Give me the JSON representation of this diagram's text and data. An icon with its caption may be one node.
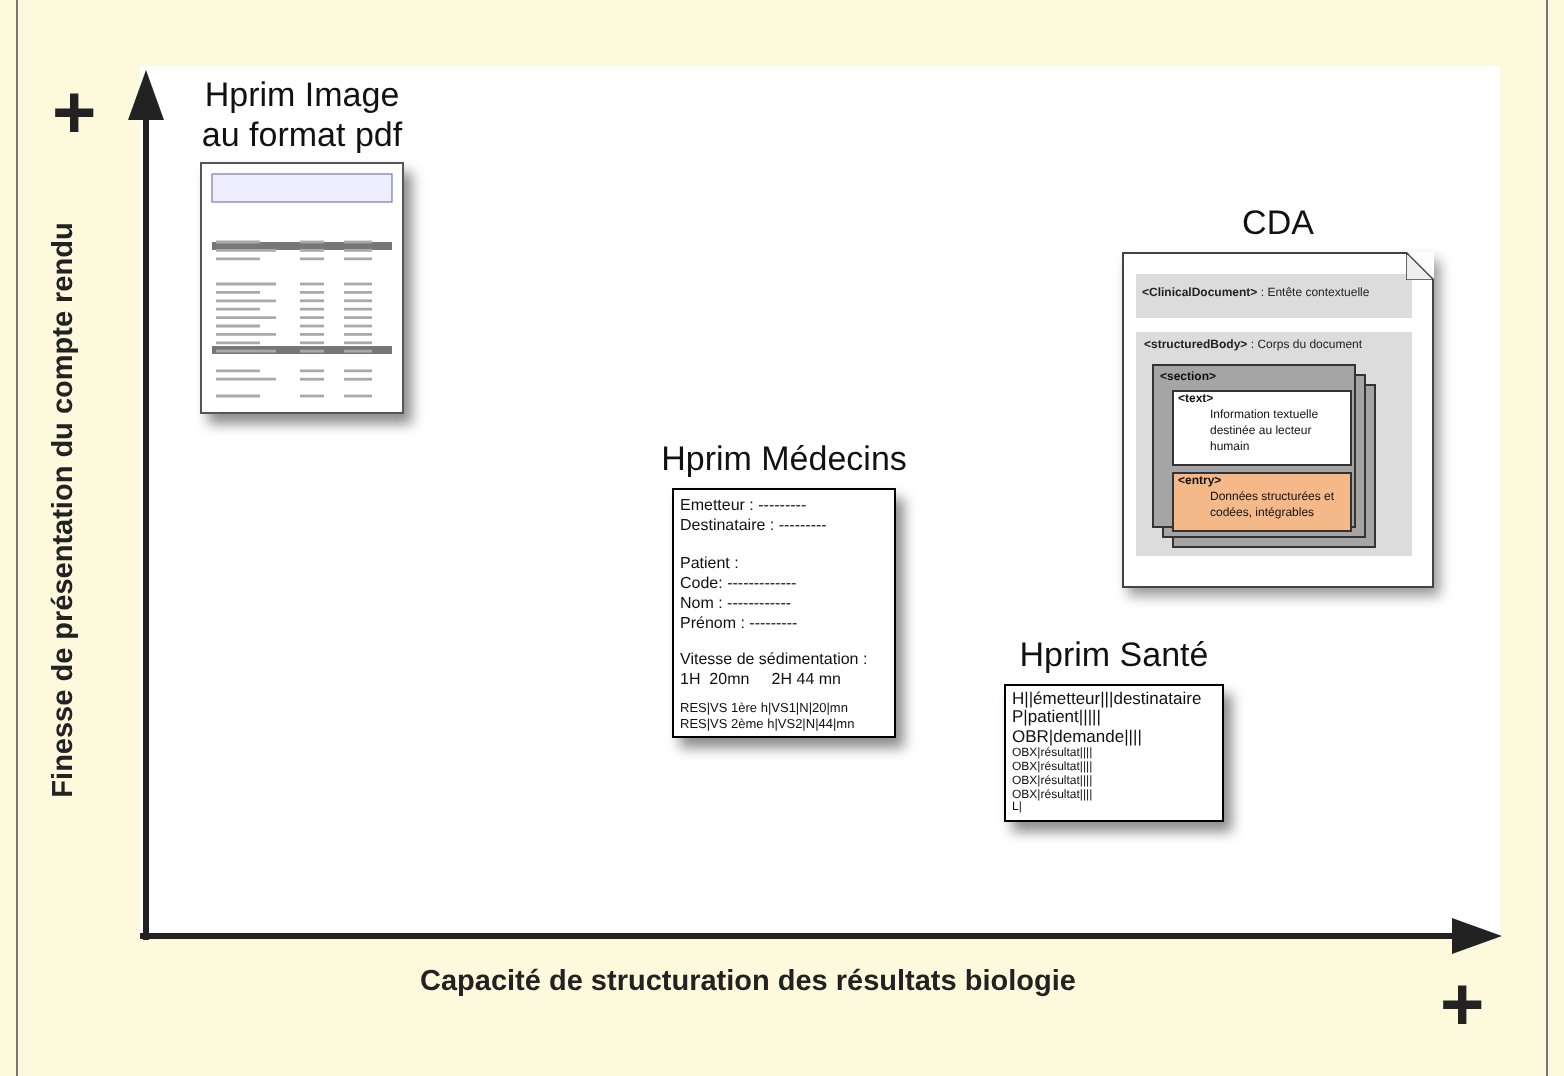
{
  "diagram": {
    "nodes": [
      {
        "text": [
          "Hprim Image au format pdf"
        ]
      },
      {
        "text": [
          "Hprim Médecins",
          "Emetteur : ---------",
          "Destinataire : ---------",
          "Patient :",
          "Code: -------------",
          "Nom : ------------",
          "Prénom : ---------",
          "Vitesse de sédimentation :",
          "1H  20mn     2H 44 mn",
          "RES|VS 1ère h|VS1|N|20|mn",
          "RES|VS 2ème h|VS2|N|44|mn"
        ]
      },
      {
        "text": [
          "Hprim Santé",
          "H||émetteur|||destinataire",
          "P|patient|||||",
          "OBR|demande||||",
          "OBX|résultat||||",
          "OBX|résultat||||",
          "OBX|résultat||||",
          "OBX|résultat||||",
          "L|"
        ]
      },
      {
        "text": [
          "CDA"
        ]
      },
      {
        "text": [
          "**<ClinicalDocument>** : Entête contextuelle"
        ],
        "in": 3
      },
      {
        "text": [
          "**<structuredBody>** : Corps du document"
        ],
        "in": 3
      },
      {
        "text": [
          "<section>"
        ],
        "in": 5
      },
      {
        "text": [
          "<text>",
          "Information textuelle destinée au lecteur humain"
        ],
        "in": 6
      },
      {
        "text": [
          "<entry>",
          "Données structurées et codées, intégrables"
        ],
        "in": 6
      }
    ],
    "labels": [
      "+",
      "Finesse de présentation du compte rendu",
      "Capacité de structuration des résultats biologie",
      "+"
    ]
  }
}
